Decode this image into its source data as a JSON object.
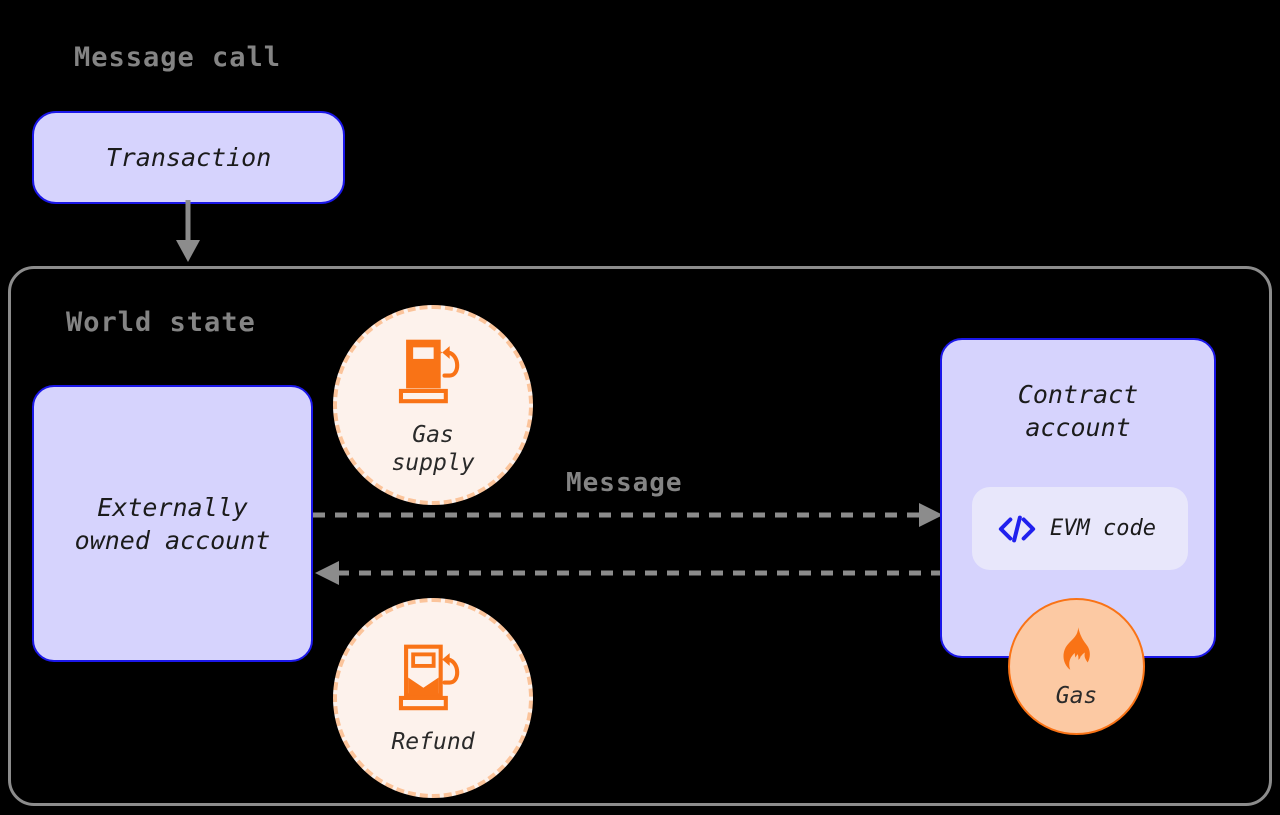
{
  "diagram": {
    "title": "Message call",
    "background_color": "#000000",
    "accent_blue": "#1B17E8",
    "node_fill": "#D6D3FD",
    "accent_orange": "#F97316",
    "badge_fill": "#FDF2EC",
    "badge_border": "#FBC49B",
    "grey": "#848484"
  },
  "message_call": {
    "heading": "Message call",
    "transaction": {
      "label": "Transaction"
    },
    "arrow_down": {
      "name": "transaction-to-world-state-arrow"
    }
  },
  "world_state": {
    "heading": "World state",
    "externally_owned_account": {
      "label": "Externally\nowned account"
    },
    "contract_account": {
      "title": "Contract\naccount",
      "evm_code": {
        "label": "EVM code",
        "icon": "code-icon"
      },
      "gas": {
        "label": "Gas",
        "icon": "flame-icon"
      }
    },
    "gas_supply": {
      "label": "Gas\nsupply",
      "icon": "gas-pump-full-icon"
    },
    "refund": {
      "label": "Refund",
      "icon": "gas-pump-partial-icon"
    },
    "message": {
      "label": "Message",
      "outbound_arrow": "eoa-to-contract-arrow",
      "inbound_arrow": "contract-to-eoa-arrow"
    }
  }
}
